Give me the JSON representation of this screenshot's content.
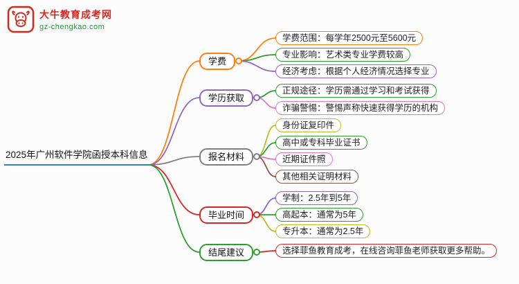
{
  "logo": {
    "brand": "大牛教育成考网",
    "domain": "gz-chengkao.com",
    "icon": "bull-icon",
    "brand_color": "#d5281e",
    "domain_color": "#1f9a3d"
  },
  "mindmap": {
    "root": "2025年广州软件学院函授本科信息",
    "root_color": "#2e86c1",
    "branches": [
      {
        "label": "学费",
        "color": "#ff7f0e",
        "children": [
          {
            "label": "学费范围：每学年2500元至5600元",
            "color": "#ff7f0e"
          },
          {
            "label": "专业影响：艺术类专业学费较高",
            "color": "#2ca02c"
          },
          {
            "label": "经济考虑：根据个人经济情况选择专业",
            "color": "#9467bd"
          }
        ]
      },
      {
        "label": "学历获取",
        "color": "#9467bd",
        "children": [
          {
            "label": "正规途径：学历需通过学习和考试获得",
            "color": "#2ca02c"
          },
          {
            "label": "诈骗警惕：警惕声称快速获得学历的机构",
            "color": "#e377c2"
          }
        ]
      },
      {
        "label": "报名材料",
        "color": "#7f7f7f",
        "children": [
          {
            "label": "身份证复印件",
            "color": "#bcbd22"
          },
          {
            "label": "高中或专科毕业证书",
            "color": "#2ca02c"
          },
          {
            "label": "近期证件照",
            "color": "#e377c2"
          },
          {
            "label": "其他相关证明材料",
            "color": "#8c564b"
          }
        ]
      },
      {
        "label": "毕业时间",
        "color": "#d62728",
        "children": [
          {
            "label": "学制：2.5年到5年",
            "color": "#9467bd"
          },
          {
            "label": "高起本：通常为5年",
            "color": "#2ca02c"
          },
          {
            "label": "专升本：通常为2.5年",
            "color": "#bcbd22"
          }
        ]
      },
      {
        "label": "结尾建议",
        "color": "#2ca02c",
        "children": [
          {
            "label": "选择菲鱼教育成考，在线咨询菲鱼老师获取更多帮助。",
            "color": "#d62728"
          }
        ]
      }
    ]
  }
}
